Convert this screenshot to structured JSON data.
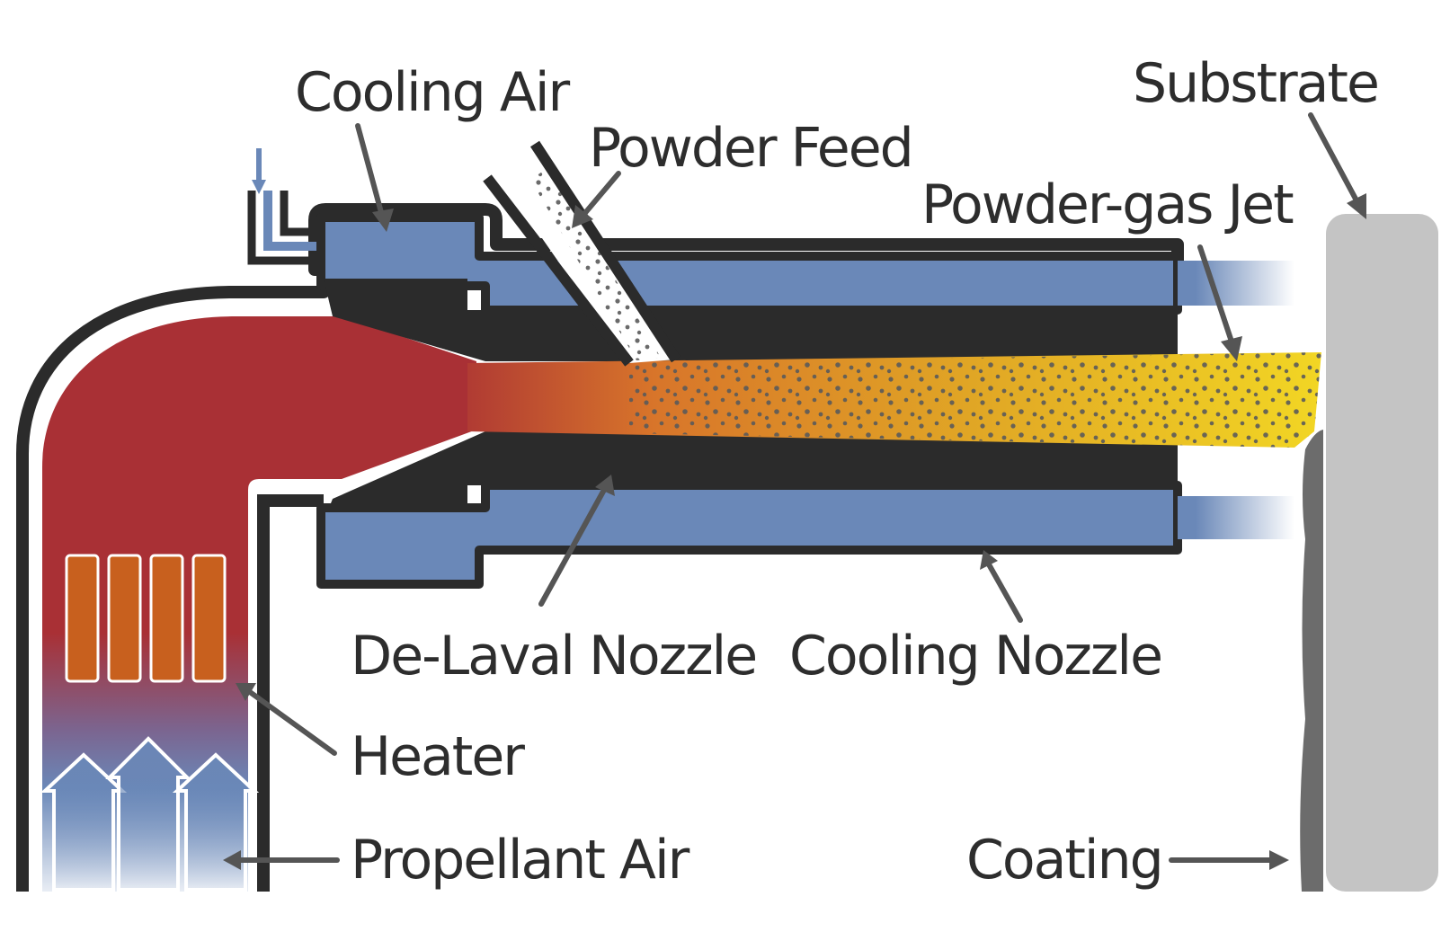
{
  "labels": {
    "cooling_air": "Cooling Air",
    "powder_feed": "Powder Feed",
    "substrate": "Substrate",
    "powder_gas_jet": "Powder-gas Jet",
    "de_laval_nozzle": "De-Laval Nozzle",
    "cooling_nozzle": "Cooling Nozzle",
    "heater": "Heater",
    "propellant_air": "Propellant Air",
    "coating": "Coating"
  },
  "colors": {
    "body": "#2b2b2b",
    "hot_gas": "#a93035",
    "cool_air": "#6a88b8",
    "heater_element": "#c8601e",
    "jet_start": "#c96a2a",
    "jet_end": "#f0d224",
    "substrate": "#c4c4c4",
    "coating": "#6c6c6c",
    "arrow": "#555555",
    "text": "#2d2d2d"
  }
}
